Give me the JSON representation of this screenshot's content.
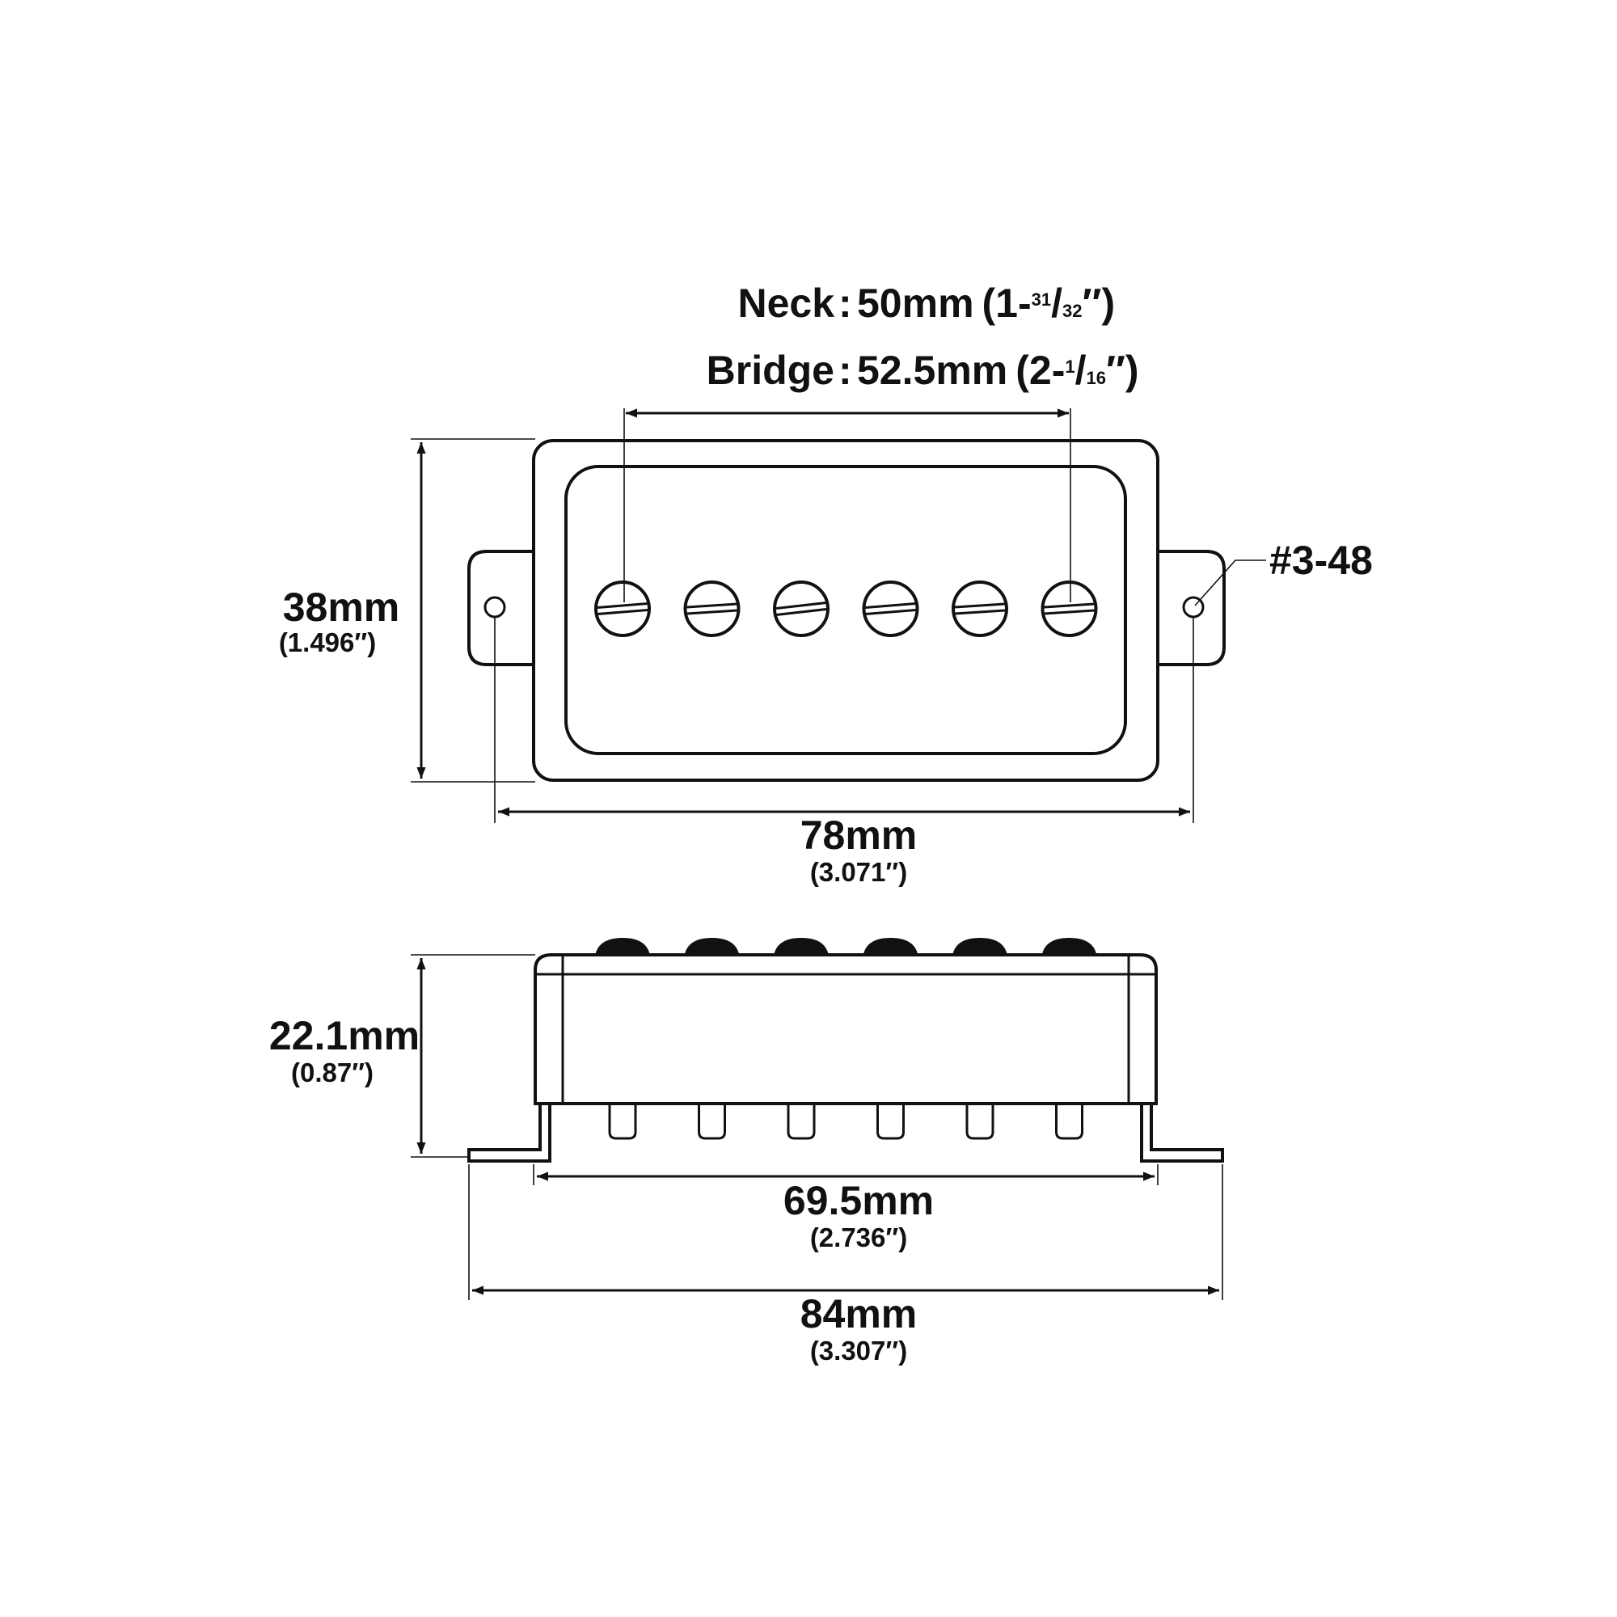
{
  "spacing": {
    "neck": {
      "label": "Neck",
      "sep": ":",
      "value": "50mm",
      "paren_open": "(1-",
      "num": "31",
      "slash": "/",
      "den": "32",
      "paren_close": "″)"
    },
    "bridge": {
      "label": "Bridge",
      "sep": ":",
      "value": "52.5mm",
      "paren_open": "(2-",
      "num": "1",
      "slash": "/",
      "den": "16",
      "paren_close": "″)"
    }
  },
  "screw": {
    "label": "#3-48"
  },
  "top_view": {
    "height": {
      "mm": "38mm",
      "inch": "(1.496″)"
    },
    "width": {
      "mm": "78mm",
      "inch": "(3.071″)"
    }
  },
  "side_view": {
    "height": {
      "mm": "22.1mm",
      "inch": "(0.87″)"
    },
    "cover_width": {
      "mm": "69.5mm",
      "inch": "(2.736″)"
    },
    "total_width": {
      "mm": "84mm",
      "inch": "(3.307″)"
    }
  },
  "pole_count": 6
}
